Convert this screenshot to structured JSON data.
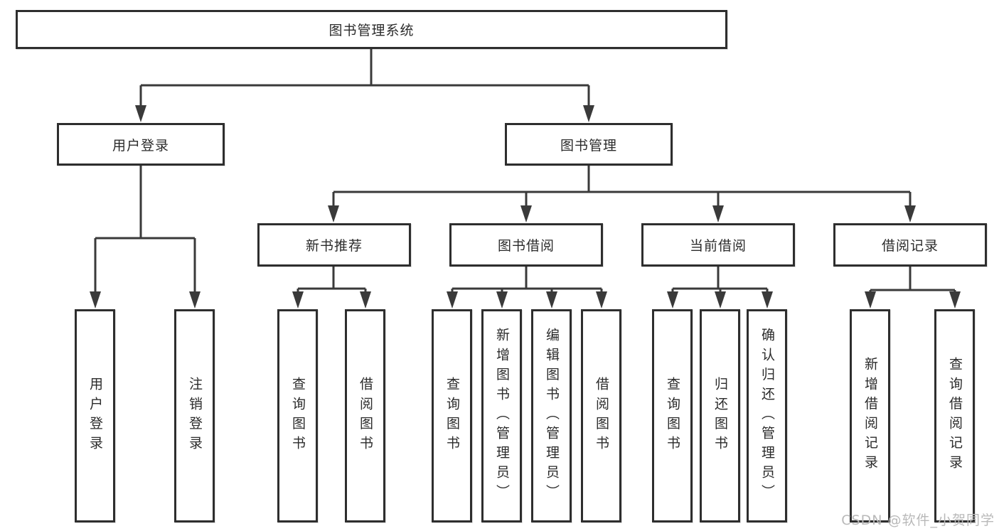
{
  "diagram": {
    "title": "图书管理系统",
    "branches": {
      "user_login": {
        "label": "用户登录",
        "children": [
          "用户登录",
          "注销登录"
        ]
      },
      "book_management": {
        "label": "图书管理",
        "sections": {
          "new_book": {
            "label": "新书推荐",
            "children": [
              "查询图书",
              "借阅图书"
            ]
          },
          "borrow": {
            "label": "图书借阅",
            "children": [
              "查询图书",
              "新增图书（管理员）",
              "编辑图书（管理员）",
              "借阅图书"
            ]
          },
          "current": {
            "label": "当前借阅",
            "children": [
              "查询图书",
              "归还图书",
              "确认归还（管理员）"
            ]
          },
          "records": {
            "label": "借阅记录",
            "children": [
              "新增借阅记录",
              "查询借阅记录"
            ]
          }
        }
      }
    }
  },
  "watermark": {
    "text": "CSDN @软件_小贺同学"
  },
  "colors": {
    "line": "#3a3a3a",
    "box_border": "#2e2e2e",
    "box_fill": "#ffffff",
    "text": "#2b2b2b",
    "watermark": "#b9b9b9"
  }
}
